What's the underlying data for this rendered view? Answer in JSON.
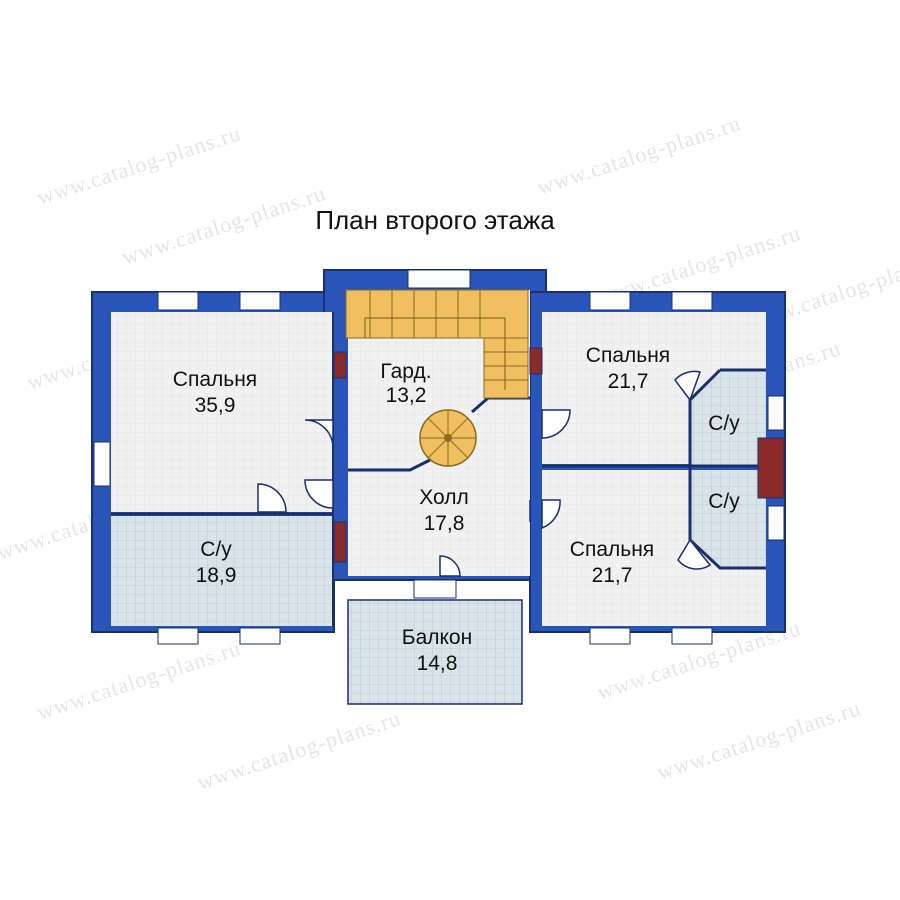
{
  "title": "План второго этажа",
  "watermark": "www.catalog-plans.ru",
  "colors": {
    "wall": "#2a55b8",
    "wall_dark": "#1a2f6e",
    "floor_wood": "#eeeeee",
    "floor_tile": "#d7e3e8",
    "stairs": "#f0c060",
    "door_frame": "#8b2a2a"
  },
  "rooms": [
    {
      "id": "bedroom-1",
      "name": "Спальня",
      "area": "35,9"
    },
    {
      "id": "wardrobe",
      "name": "Гард.",
      "area": "13,2"
    },
    {
      "id": "hall",
      "name": "Холл",
      "area": "17,8"
    },
    {
      "id": "bathroom-1",
      "name": "С/у",
      "area": "18,9"
    },
    {
      "id": "balcony",
      "name": "Балкон",
      "area": "14,8"
    },
    {
      "id": "bedroom-2",
      "name": "Спальня",
      "area": "21,7"
    },
    {
      "id": "bedroom-3",
      "name": "Спальня",
      "area": "21,7"
    },
    {
      "id": "bathroom-2",
      "name": "С/у",
      "area": ""
    },
    {
      "id": "bathroom-3",
      "name": "С/у",
      "area": ""
    }
  ]
}
